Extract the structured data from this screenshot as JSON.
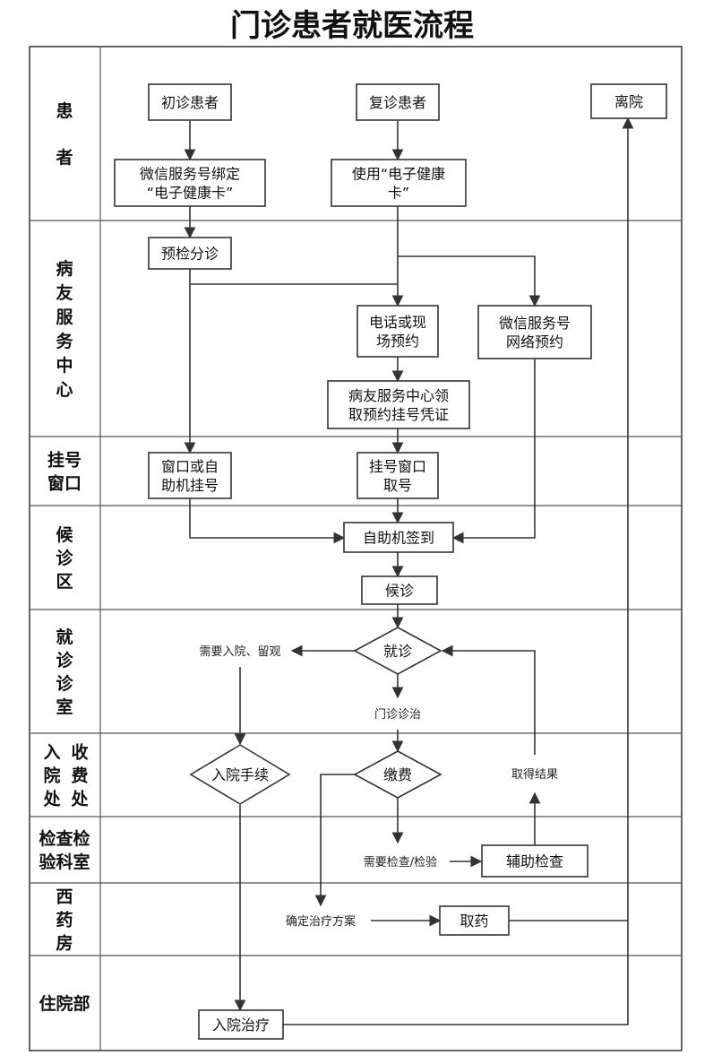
{
  "title": "门诊患者就医流程",
  "lanes": [
    {
      "id": "patient",
      "label_lines": [
        "患",
        "者"
      ]
    },
    {
      "id": "service",
      "label_lines": [
        "病",
        "友",
        "服",
        "务",
        "中",
        "心"
      ]
    },
    {
      "id": "register",
      "label_lines": [
        "挂号",
        "窗口"
      ]
    },
    {
      "id": "waiting",
      "label_lines": [
        "候",
        "诊",
        "区"
      ]
    },
    {
      "id": "clinic",
      "label_lines": [
        "就",
        "诊",
        "诊",
        "室"
      ]
    },
    {
      "id": "admission",
      "label_lines": [
        "入",
        "院",
        "处"
      ],
      "label_lines_2": [
        "收",
        "费",
        "处"
      ]
    },
    {
      "id": "lab",
      "label_lines": [
        "检查检",
        "验科室"
      ]
    },
    {
      "id": "pharmacy",
      "label_lines": [
        "西",
        "药",
        "房"
      ]
    },
    {
      "id": "inpatient",
      "label_lines": [
        "住院部"
      ]
    }
  ],
  "nodes": {
    "first_visit": {
      "lines": [
        "初诊患者"
      ]
    },
    "return_visit": {
      "lines": [
        "复诊患者"
      ]
    },
    "leave": {
      "lines": [
        "离院"
      ]
    },
    "wechat_bind": {
      "lines": [
        "微信服务号绑定",
        "“电子健康卡”"
      ]
    },
    "use_card": {
      "lines": [
        "使用“电子健康",
        "卡”"
      ]
    },
    "triage": {
      "lines": [
        "预检分诊"
      ]
    },
    "phone_booking": {
      "lines": [
        "电话或现",
        "场预约"
      ]
    },
    "wechat_booking": {
      "lines": [
        "微信服务号",
        "网络预约"
      ]
    },
    "voucher": {
      "lines": [
        "病友服务中心领",
        "取预约挂号凭证"
      ]
    },
    "window_register": {
      "lines": [
        "窗口或自",
        "助机挂号"
      ]
    },
    "window_ticket": {
      "lines": [
        "挂号窗口",
        "取号"
      ]
    },
    "checkin": {
      "lines": [
        "自助机签到"
      ]
    },
    "wait": {
      "lines": [
        "候诊"
      ]
    },
    "consult": {
      "lines": [
        "就诊"
      ]
    },
    "admit_procedure": {
      "lines": [
        "入院手续"
      ]
    },
    "pay": {
      "lines": [
        "缴费"
      ]
    },
    "aux_exam": {
      "lines": [
        "辅助检查"
      ]
    },
    "get_medicine": {
      "lines": [
        "取药"
      ]
    },
    "inpatient_treat": {
      "lines": [
        "入院治疗"
      ]
    }
  },
  "labels": {
    "need_admission": "需要入院、留观",
    "outpatient_treatment": "门诊诊治",
    "get_results": "取得结果",
    "need_exam": "需要检查/检验",
    "treatment_plan": "确定治疗方案"
  }
}
